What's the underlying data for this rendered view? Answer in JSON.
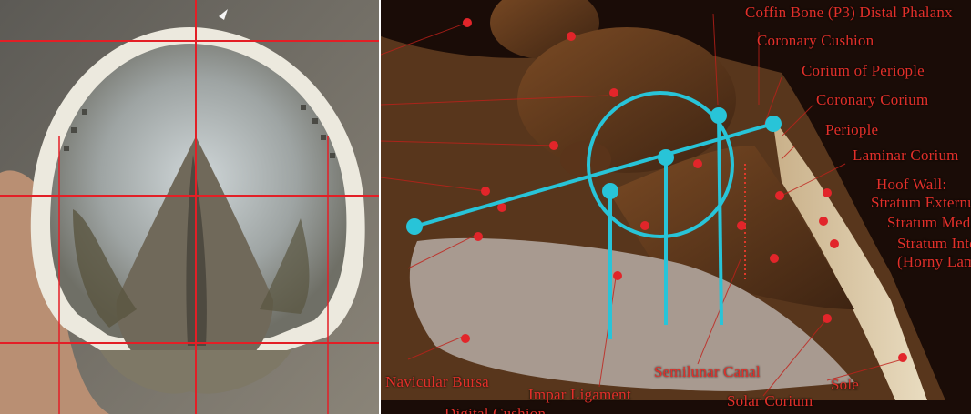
{
  "labels": {
    "coffin_bone": "Coffin Bone (P3) Distal Phalanx",
    "coronary_cushion": "Coronary Cushion",
    "corium_of_periople": "Corium of Periople",
    "coronary_corium": "Coronary Corium",
    "periople": "Periople",
    "laminar_corium": "Laminar Corium",
    "hoof_wall": "Hoof Wall:",
    "stratum_externum": "Stratum Externum",
    "stratum_medium": "Stratum Medium",
    "stratum_internum": "Stratum Internum",
    "horny_laminae": "(Horny Laminae)",
    "navicular_bursa": "Navicular Bursa",
    "impar_ligament": "Impar Ligament",
    "semilunar_canal": "Semilunar Canal",
    "solar_corium": "Solar Corium",
    "sole": "Sole",
    "digital_cushion": "Digital Cushion"
  },
  "colors": {
    "guide_line": "#e31f26",
    "overlay": "#28c4d8",
    "label": "#e2302a",
    "background_left": "#7d786f",
    "background_right": "#1a0c07"
  }
}
